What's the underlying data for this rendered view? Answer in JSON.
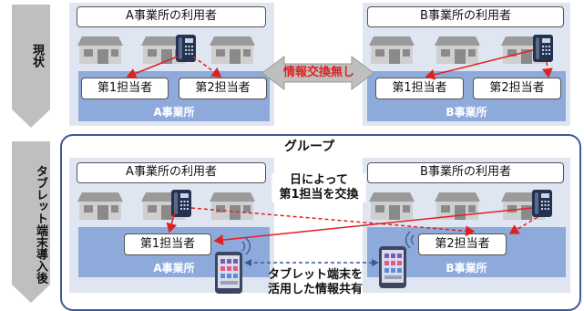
{
  "side_labels": {
    "current": "現状",
    "after": "タブレット端末導入後"
  },
  "top": {
    "a_users": "A事業所の利用者",
    "b_users": "B事業所の利用者",
    "a_office": "A事業所",
    "b_office": "B事業所",
    "a_staff": [
      "第1担当者",
      "第2担当者"
    ],
    "b_staff": [
      "第1担当者",
      "第2担当者"
    ],
    "no_exchange": "情報交換無し"
  },
  "bottom": {
    "group_title": "グループ",
    "a_users": "A事業所の利用者",
    "b_users": "B事業所の利用者",
    "a_office": "A事業所",
    "b_office": "B事業所",
    "a_staff": "第1担当者",
    "b_staff": "第2担当者",
    "swap_note_line1": "日によって",
    "swap_note_line2": "第1担当を交換",
    "tablet_note_line1": "タブレット端末を",
    "tablet_note_line2": "活用した情報共有"
  },
  "colors": {
    "panel_bg": "#dfe6f2",
    "office_blue": "#8eaadb",
    "group_border": "#3b5a93",
    "arrow_red": "#e02020",
    "side_arrow_gray": "#bfbfbf",
    "phone_navy": "#24314f"
  }
}
